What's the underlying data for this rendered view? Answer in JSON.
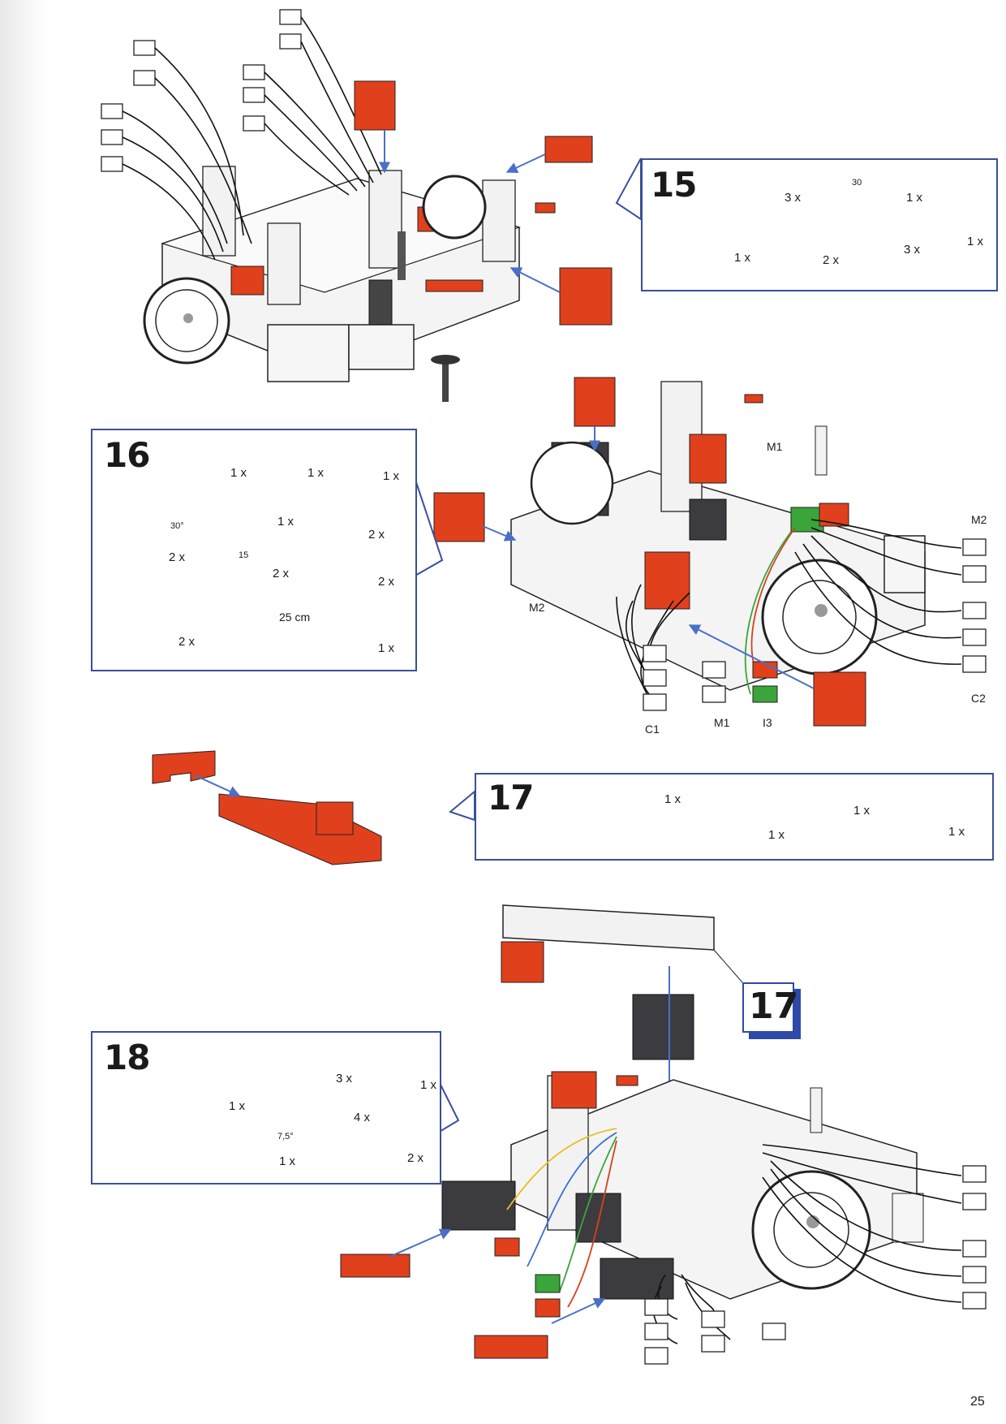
{
  "page_number": "25",
  "steps": {
    "s15": {
      "number": "15",
      "quantities": [
        "3 x",
        "1 x",
        "1 x",
        "1 x",
        "2 x",
        "3 x"
      ],
      "labels": [
        "30"
      ]
    },
    "s16": {
      "number": "16",
      "quantities": [
        "1 x",
        "1 x",
        "1 x",
        "1 x",
        "2 x",
        "2 x",
        "2 x",
        "2 x",
        "2 x",
        "1 x"
      ],
      "labels": [
        "30°",
        "15",
        "25 cm"
      ]
    },
    "s17": {
      "number": "17",
      "quantities": [
        "1 x",
        "1 x",
        "1 x",
        "1 x"
      ]
    },
    "s18": {
      "number": "18",
      "quantities": [
        "1 x",
        "3 x",
        "1 x",
        "4 x",
        "1 x",
        "2 x"
      ],
      "labels": [
        "7,5°"
      ]
    }
  },
  "badge": "17",
  "diagram_labels": {
    "m1_top": "M1",
    "m2_right": "M2",
    "m2_left": "M2",
    "c1": "C1",
    "m1_bottom": "M1",
    "i3": "I3",
    "c2": "C2"
  },
  "colors": {
    "callout_border": "#3a4f9a",
    "part_red": "#e0401c",
    "part_dark": "#3c3c40",
    "part_green": "#3aa53a",
    "arrow_blue": "#4a6fc8"
  }
}
